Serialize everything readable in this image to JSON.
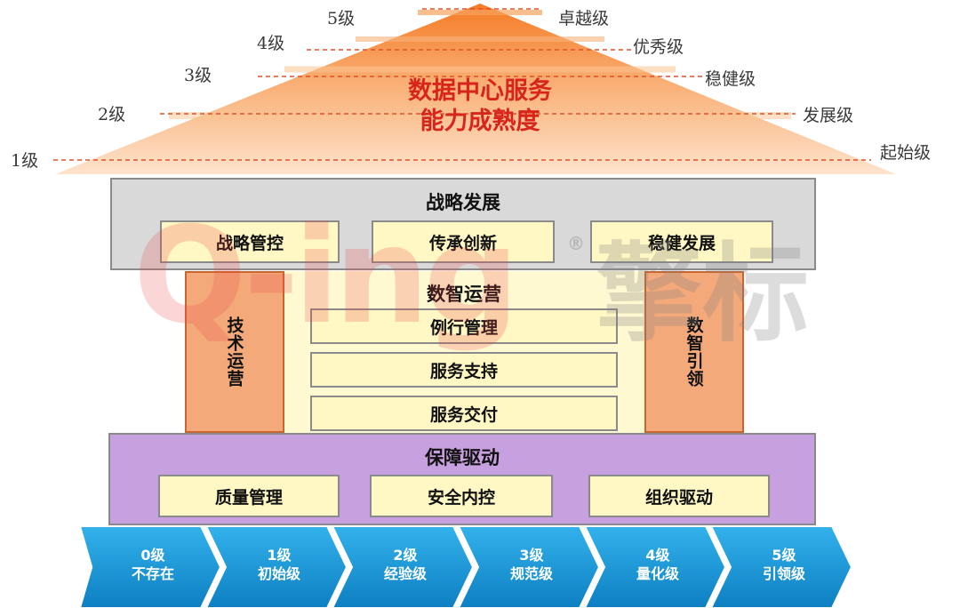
{
  "pyramid": {
    "title_line1": "数据中心服务",
    "title_line2": "能力成熟度",
    "levels_left": [
      "5级",
      "4级",
      "3级",
      "2级",
      "1级"
    ],
    "levels_right": [
      "卓越级",
      "优秀级",
      "稳健级",
      "发展级",
      "起始级"
    ]
  },
  "strategy": {
    "title": "战略发展",
    "items": [
      "战略管控",
      "传承创新",
      "稳健发展"
    ]
  },
  "operations": {
    "title": "数智运营",
    "left_pillar": "技术运营",
    "right_pillar": "数智引领",
    "items": [
      "例行管理",
      "服务支持",
      "服务交付"
    ]
  },
  "assurance": {
    "title": "保障驱动",
    "items": [
      "质量管理",
      "安全内控",
      "组织驱动"
    ]
  },
  "scale": [
    {
      "level": "0级",
      "name": "不存在"
    },
    {
      "level": "1级",
      "name": "初始级"
    },
    {
      "level": "2级",
      "name": "经验级"
    },
    {
      "level": "3级",
      "name": "规范级"
    },
    {
      "level": "4级",
      "name": "量化级"
    },
    {
      "level": "5级",
      "name": "引领级"
    }
  ],
  "watermark": {
    "brand": "Q-ing",
    "reg": "®",
    "cn": "擎标"
  },
  "colors": {
    "roof_top": "#f58a3c",
    "roof_bottom": "#fde3cb",
    "strategy_band": "#d9d9d9",
    "operations_band": "#fff9d2",
    "assurance_band": "#c7a0e0",
    "pillar": "#f4a97a",
    "chevron": "#1a9ad8",
    "title_red": "#d8251c"
  }
}
